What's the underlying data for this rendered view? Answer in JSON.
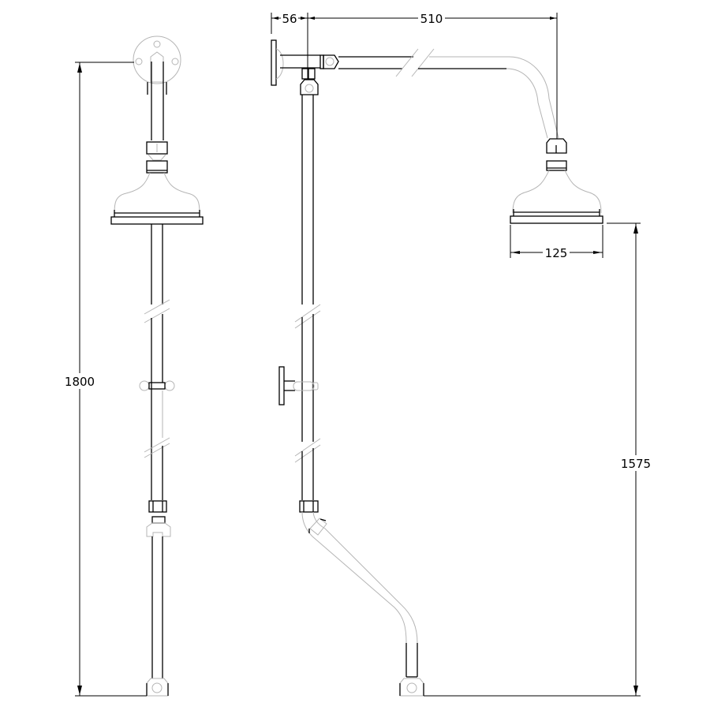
{
  "drawing": {
    "title": "Shower riser kit dimension drawing",
    "views": [
      "front-view",
      "side-view"
    ],
    "line_color": "#000000",
    "hidden_line_color": "#b5b5b5",
    "background": "#ffffff"
  },
  "dimensions": {
    "overall_height": {
      "label": "1800",
      "unit": "mm"
    },
    "head_height": {
      "label": "1575",
      "unit": "mm"
    },
    "wall_offset": {
      "label": "56",
      "unit": "mm"
    },
    "arm_projection": {
      "label": "510",
      "unit": "mm"
    },
    "head_diameter": {
      "label": "125",
      "unit": "mm"
    }
  }
}
